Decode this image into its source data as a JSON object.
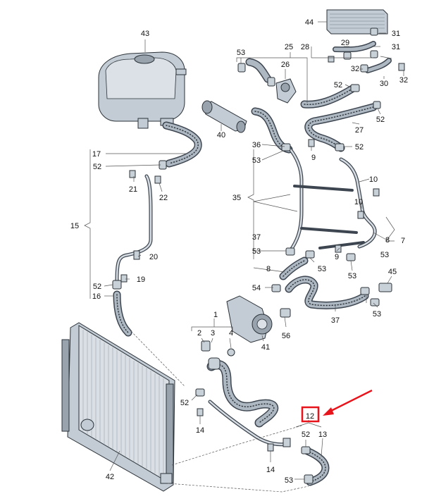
{
  "labels": [
    {
      "id": "43",
      "text": "43"
    },
    {
      "id": "44",
      "text": "44"
    },
    {
      "id": "31a",
      "text": "31"
    },
    {
      "id": "28",
      "text": "28"
    },
    {
      "id": "29",
      "text": "29"
    },
    {
      "id": "31b",
      "text": "31"
    },
    {
      "id": "32a",
      "text": "32"
    },
    {
      "id": "30",
      "text": "30"
    },
    {
      "id": "32b",
      "text": "32"
    },
    {
      "id": "53a",
      "text": "53"
    },
    {
      "id": "25",
      "text": "25"
    },
    {
      "id": "26",
      "text": "26"
    },
    {
      "id": "52a",
      "text": "52"
    },
    {
      "id": "52b",
      "text": "52"
    },
    {
      "id": "27",
      "text": "27"
    },
    {
      "id": "40",
      "text": "40"
    },
    {
      "id": "36",
      "text": "36"
    },
    {
      "id": "53b",
      "text": "53"
    },
    {
      "id": "9",
      "text": "9"
    },
    {
      "id": "52c",
      "text": "52"
    },
    {
      "id": "17",
      "text": "17"
    },
    {
      "id": "52d",
      "text": "52"
    },
    {
      "id": "21",
      "text": "21"
    },
    {
      "id": "22",
      "text": "22"
    },
    {
      "id": "35",
      "text": "35"
    },
    {
      "id": "10a",
      "text": "10"
    },
    {
      "id": "10b",
      "text": "10"
    },
    {
      "id": "15",
      "text": "15"
    },
    {
      "id": "37a",
      "text": "37"
    },
    {
      "id": "8a",
      "text": "8"
    },
    {
      "id": "7",
      "text": "7"
    },
    {
      "id": "53c",
      "text": "53"
    },
    {
      "id": "53d",
      "text": "53"
    },
    {
      "id": "9b",
      "text": "9"
    },
    {
      "id": "20",
      "text": "20"
    },
    {
      "id": "8b",
      "text": "8"
    },
    {
      "id": "53e",
      "text": "53"
    },
    {
      "id": "53f",
      "text": "53"
    },
    {
      "id": "19",
      "text": "19"
    },
    {
      "id": "45",
      "text": "45"
    },
    {
      "id": "52e",
      "text": "52"
    },
    {
      "id": "54",
      "text": "54"
    },
    {
      "id": "16",
      "text": "16"
    },
    {
      "id": "53g",
      "text": "53"
    },
    {
      "id": "37b",
      "text": "37"
    },
    {
      "id": "1",
      "text": "1"
    },
    {
      "id": "56",
      "text": "56"
    },
    {
      "id": "2",
      "text": "2"
    },
    {
      "id": "3",
      "text": "3"
    },
    {
      "id": "4",
      "text": "4"
    },
    {
      "id": "41",
      "text": "41"
    },
    {
      "id": "52f",
      "text": "52"
    },
    {
      "id": "12",
      "text": "12"
    },
    {
      "id": "14a",
      "text": "14"
    },
    {
      "id": "52g",
      "text": "52"
    },
    {
      "id": "13",
      "text": "13"
    },
    {
      "id": "42",
      "text": "42"
    },
    {
      "id": "14b",
      "text": "14"
    },
    {
      "id": "53h",
      "text": "53"
    }
  ],
  "highlight": {
    "target": "12",
    "box_color": "#e8141c",
    "arrow_color": "#e8141c"
  }
}
